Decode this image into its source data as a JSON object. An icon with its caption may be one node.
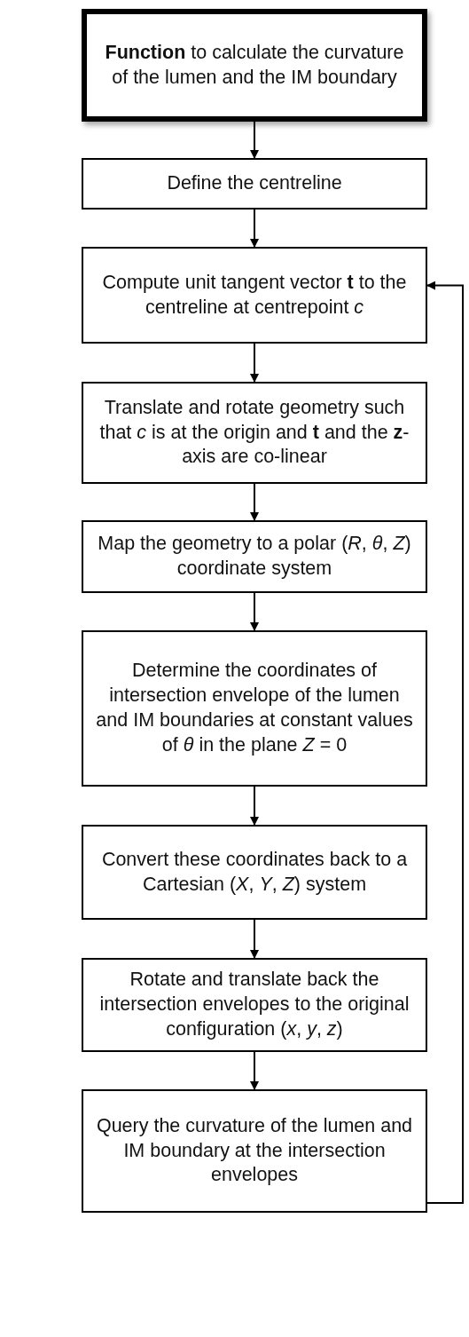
{
  "diagram": {
    "nodes": [
      {
        "text": [
          "**Function** to calculate the curvature of the lumen and the IM boundary"
        ]
      },
      {
        "text": [
          "Define the centreline"
        ]
      },
      {
        "text": [
          "Compute unit tangent vector **t** to the centreline at centrepoint *c*"
        ]
      },
      {
        "text": [
          "Translate and rotate geometry such that *c* is at the origin and **t** and the **z**-axis are co-linear"
        ]
      },
      {
        "text": [
          "Map the geometry to a polar (*R*, *θ*, *Z*) coordinate system"
        ]
      },
      {
        "text": [
          "Determine the coordinates of intersection envelope of the lumen and IM boundaries at constant values of *θ* in the plane *Z* = 0"
        ]
      },
      {
        "text": [
          "Convert these coordinates back to a Cartesian (*X*, *Y*, *Z*) system"
        ]
      },
      {
        "text": [
          "Rotate and translate back the intersection envelopes to the original configuration (*x*, *y*, *z*)"
        ]
      },
      {
        "text": [
          "Query the curvature of the lumen and IM boundary at the intersection envelopes"
        ]
      }
    ],
    "edges": [
      {
        "from": 0,
        "to": 1,
        "arrow": "to"
      },
      {
        "from": 1,
        "to": 2,
        "arrow": "to"
      },
      {
        "from": 2,
        "to": 3,
        "arrow": "to"
      },
      {
        "from": 3,
        "to": 4,
        "arrow": "to"
      },
      {
        "from": 4,
        "to": 5,
        "arrow": "to"
      },
      {
        "from": 5,
        "to": 6,
        "arrow": "to"
      },
      {
        "from": 6,
        "to": 7,
        "arrow": "to"
      },
      {
        "from": 7,
        "to": 8,
        "arrow": "to"
      },
      {
        "from": 8,
        "to": 2,
        "arrow": "to"
      }
    ]
  }
}
